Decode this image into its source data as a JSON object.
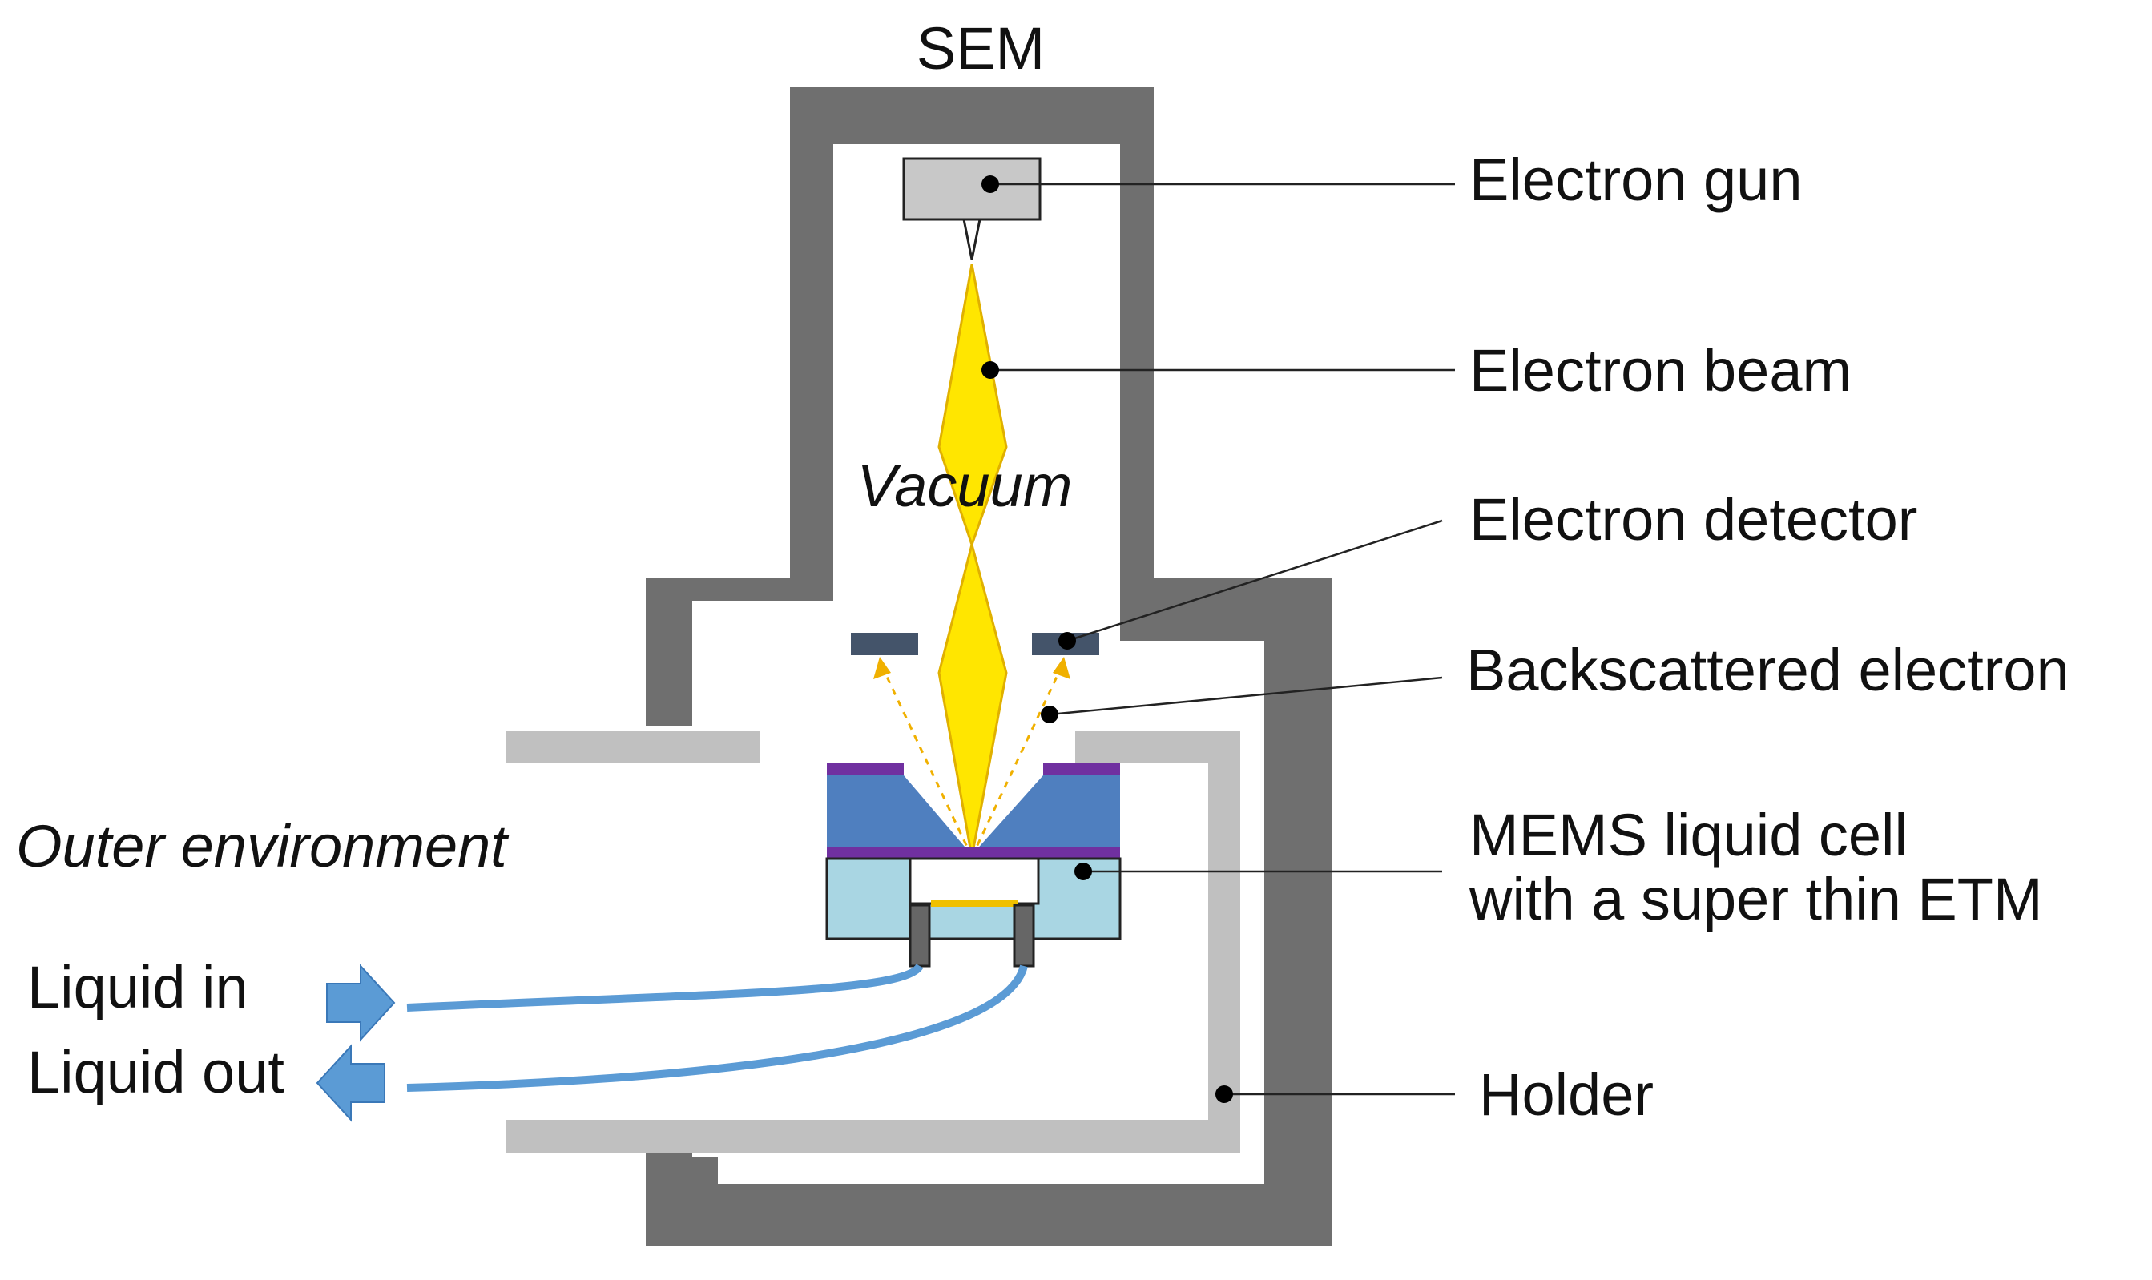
{
  "title": "SEM",
  "region_labels": {
    "vacuum": "Vacuum",
    "outer_environment": "Outer environment"
  },
  "callouts": {
    "electron_gun": "Electron gun",
    "electron_beam": "Electron beam",
    "electron_detector": "Electron detector",
    "backscattered_electron": "Backscattered electron",
    "mems_line1": "MEMS liquid cell",
    "mems_line2": "with a super thin ETM",
    "holder": "Holder"
  },
  "flow_labels": {
    "liquid_in": "Liquid in",
    "liquid_out": "Liquid out"
  },
  "colors": {
    "chamber_wall": "#6f6f6f",
    "holder": "#c0c0c0",
    "beam": "#ffe600",
    "beam_edge": "#e0b000",
    "detector": "#44546a",
    "cell_blue": "#4f7fbf",
    "cell_membrane": "#7030a0",
    "cell_light": "#a9d6e3",
    "tube": "#5b9bd5",
    "gun": "#c8c8c8"
  }
}
